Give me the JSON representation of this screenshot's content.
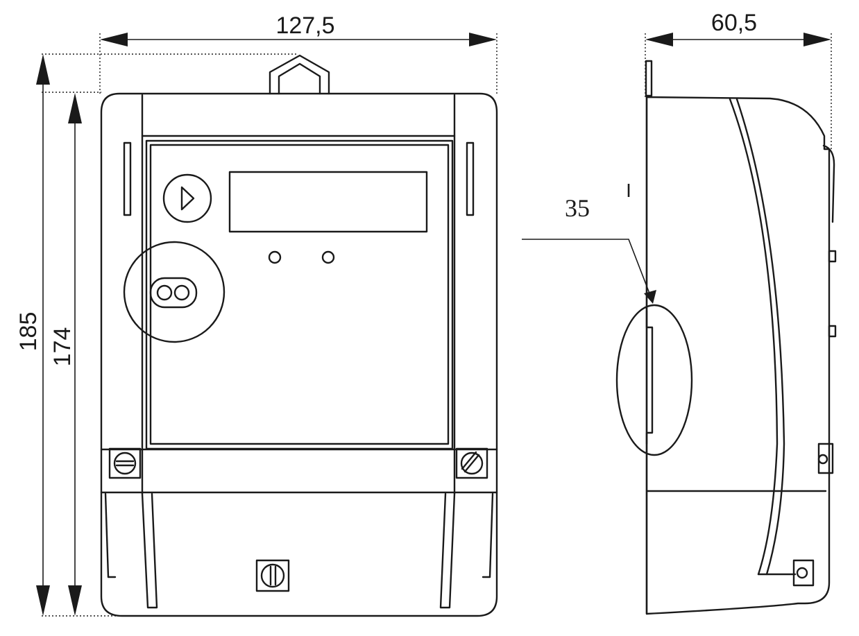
{
  "dimensions": {
    "width": "127,5",
    "depth": "60,5",
    "height_total": "185",
    "height_body": "174"
  },
  "callout": {
    "rail": "35",
    "tick": "I"
  }
}
